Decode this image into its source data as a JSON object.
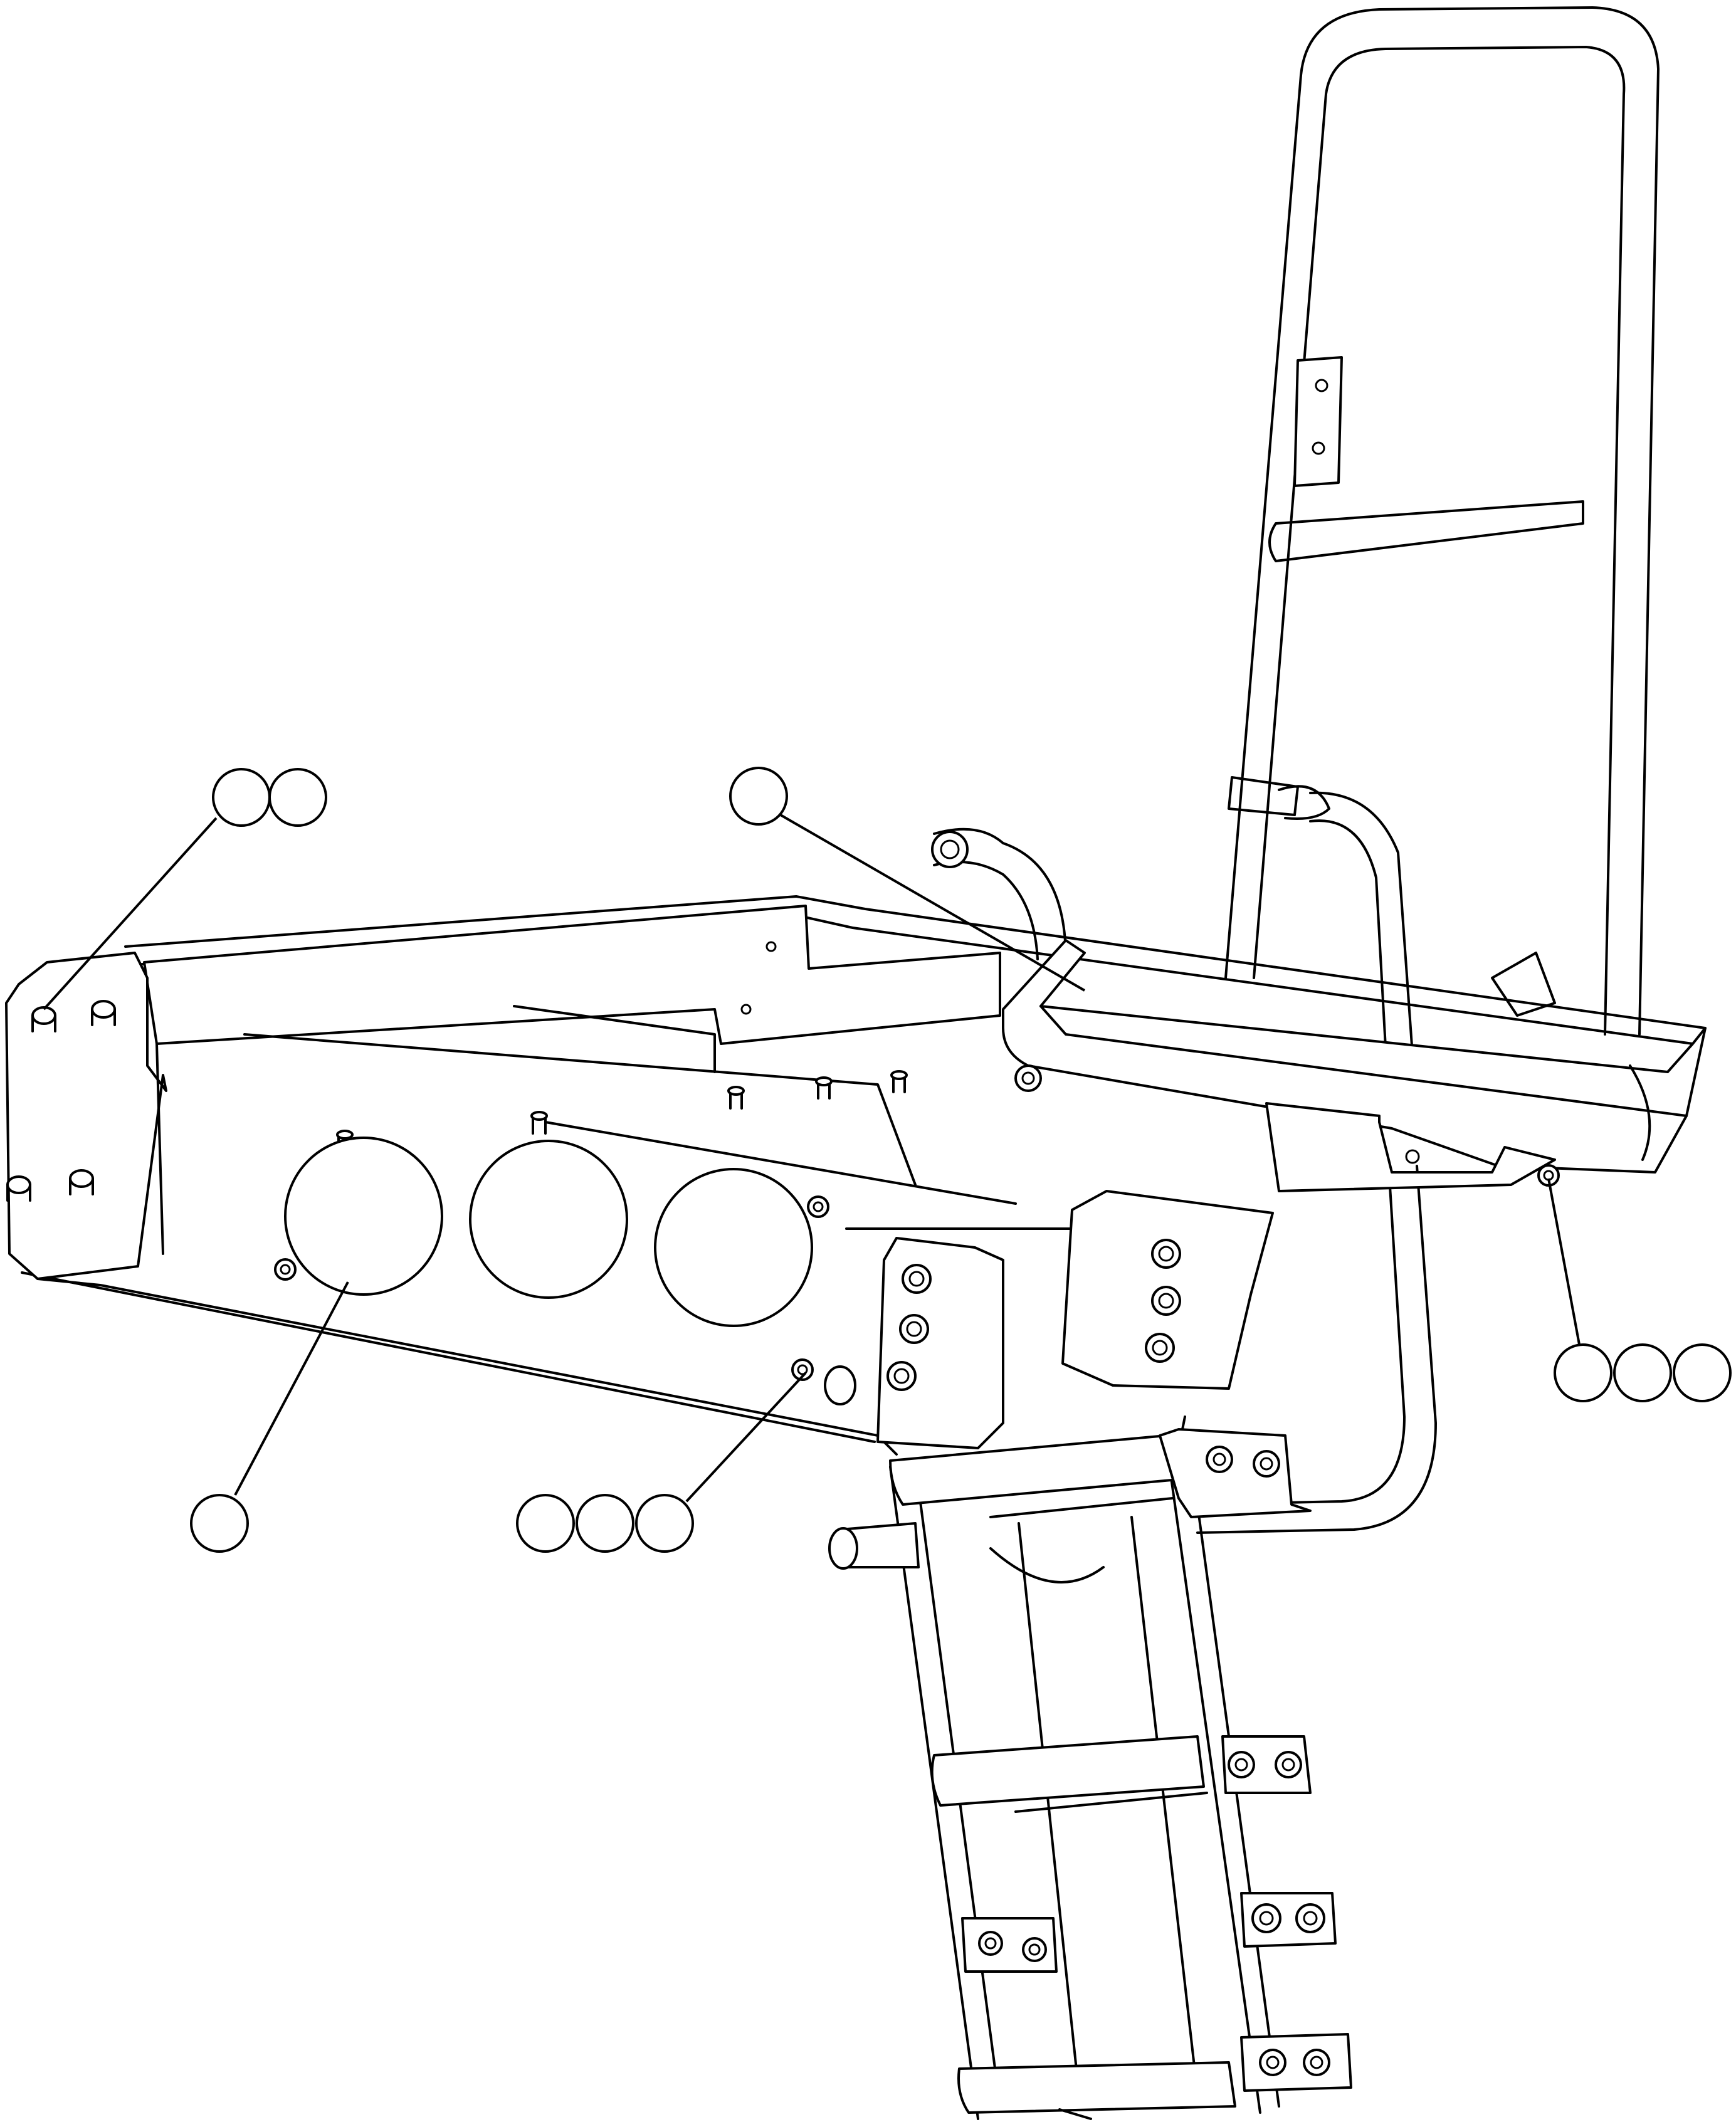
{
  "figure": {
    "sheet_code": "",
    "callouts": [
      {
        "id": "callout-group-top-left",
        "labels": [
          "",
          ""
        ]
      },
      {
        "id": "callout-top-middle",
        "labels": [
          ""
        ]
      },
      {
        "id": "callout-right",
        "labels": [
          "",
          "",
          ""
        ]
      },
      {
        "id": "callout-bottom-left",
        "labels": [
          ""
        ]
      },
      {
        "id": "callout-bottom-middle",
        "labels": [
          "",
          "",
          ""
        ]
      }
    ],
    "line_color": "#000000",
    "background_color": "#ffffff"
  }
}
